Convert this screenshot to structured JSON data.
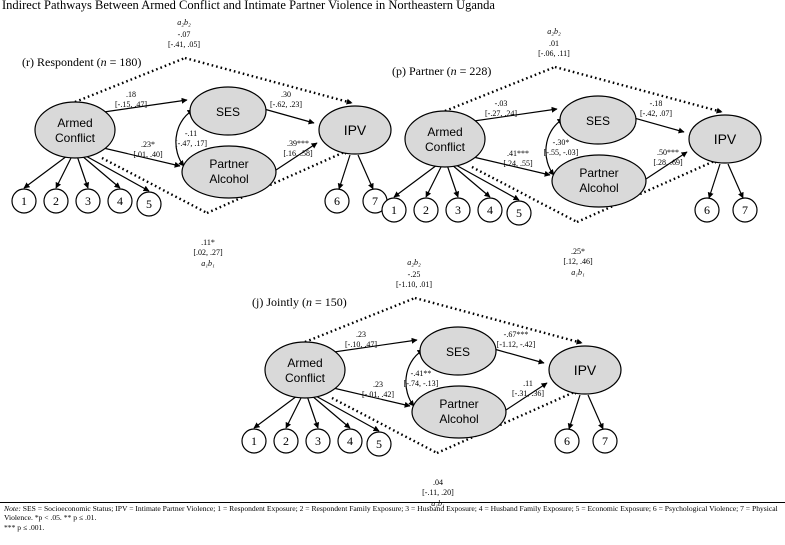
{
  "title": "Indirect Pathways Between Armed Conflict and Intimate Partner Violence in Northeastern Uganda",
  "node_labels": {
    "armed1": "Armed",
    "armed2": "Conflict",
    "ses": "SES",
    "alc1": "Partner",
    "alc2": "Alcohol",
    "ipv": "IPV",
    "ind": [
      "1",
      "2",
      "3",
      "4",
      "5"
    ],
    "ind6": "6",
    "ind7": "7"
  },
  "panels": [
    {
      "id": "r",
      "title_pre": "(r) Respondent (",
      "title_n": "n",
      "title_post": " = 180)",
      "labels": {
        "top_ab": "a₂b₂",
        "top_est": "-.07",
        "top_ci": "[-.41, .05]",
        "a_ses": ".18",
        "a_ses_ci": "[-.15, .47]",
        "ses_ipv": ".30",
        "ses_ipv_ci": "[-.62, .23]",
        "corr": "-.11",
        "corr_ci": "[-.47, .17]",
        "a_alc": ".23*",
        "a_alc_ci": "[.01, .40]",
        "alc_ipv": ".39***",
        "alc_ipv_ci": "[.16, .58]",
        "bot_est": ".11*",
        "bot_ci": "[.02, .27]",
        "bot_ab": "a₁b₁"
      }
    },
    {
      "id": "p",
      "title_pre": "(p) Partner (",
      "title_n": "n",
      "title_post": " = 228)",
      "labels": {
        "top_ab": "a₂b₂",
        "top_est": ".01",
        "top_ci": "[-.06, .11]",
        "a_ses": "-.03",
        "a_ses_ci": "[-.27, .24]",
        "ses_ipv": "-.18",
        "ses_ipv_ci": "[-.42, .07]",
        "corr": "-.30*",
        "corr_ci": "[-.55, -.03]",
        "a_alc": ".41***",
        "a_alc_ci": "[.24, .55]",
        "alc_ipv": ".50***",
        "alc_ipv_ci": "[.28, .69]",
        "bot_est": ".25*",
        "bot_ci": "[.12, .46]",
        "bot_ab": "a₁b₁"
      }
    },
    {
      "id": "j",
      "title_pre": "(j) Jointly (",
      "title_n": "n",
      "title_post": " = 150)",
      "labels": {
        "top_ab": "a₂b₂",
        "top_est": "-.25",
        "top_ci": "[-1.10, .01]",
        "a_ses": ".23",
        "a_ses_ci": "[-.10, .47]",
        "ses_ipv": "-.67***",
        "ses_ipv_ci": "[-1.12, -.42]",
        "corr": "-.41**",
        "corr_ci": "[-.74, -.13]",
        "a_alc": ".23",
        "a_alc_ci": "[-.01, .42]",
        "alc_ipv": ".11",
        "alc_ipv_ci": "[-.31, .36]",
        "bot_est": ".04",
        "bot_ci": "[-.11, .20]",
        "bot_ab": "a₁b₁"
      }
    }
  ],
  "note": {
    "lead": "Note:",
    "body": " SES = Socioeconomic Status; IPV = Intimate Partner Violence; 1 = Respondent Exposure; 2 = Respondent Family Exposure; 3 = Husband Exposure; 4 = Husband Family Exposure; 5 =  Economic Exposure; 6 = Psychological Violence; 7 = Physical Violence. *p < .05. ** p ≤ .01.",
    "line2": "*** p ≤ .001."
  }
}
